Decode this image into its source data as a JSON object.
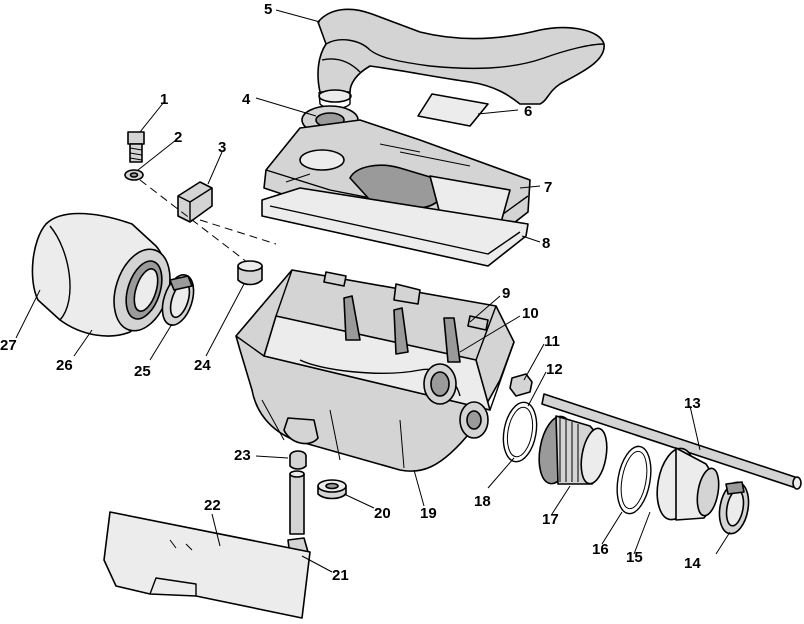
{
  "callouts": [
    {
      "id": "1",
      "label": "1"
    },
    {
      "id": "2",
      "label": "2"
    },
    {
      "id": "3",
      "label": "3"
    },
    {
      "id": "4",
      "label": "4"
    },
    {
      "id": "5",
      "label": "5"
    },
    {
      "id": "6",
      "label": "6"
    },
    {
      "id": "7",
      "label": "7"
    },
    {
      "id": "8",
      "label": "8"
    },
    {
      "id": "9",
      "label": "9"
    },
    {
      "id": "10",
      "label": "10"
    },
    {
      "id": "11",
      "label": "11"
    },
    {
      "id": "12",
      "label": "12"
    },
    {
      "id": "13",
      "label": "13"
    },
    {
      "id": "14",
      "label": "14"
    },
    {
      "id": "15",
      "label": "15"
    },
    {
      "id": "16",
      "label": "16"
    },
    {
      "id": "17",
      "label": "17"
    },
    {
      "id": "18",
      "label": "18"
    },
    {
      "id": "19",
      "label": "19"
    },
    {
      "id": "20",
      "label": "20"
    },
    {
      "id": "21",
      "label": "21"
    },
    {
      "id": "22",
      "label": "22"
    },
    {
      "id": "23",
      "label": "23"
    },
    {
      "id": "24",
      "label": "24"
    },
    {
      "id": "25",
      "label": "25"
    },
    {
      "id": "26",
      "label": "26"
    },
    {
      "id": "27",
      "label": "27"
    }
  ],
  "colors": {
    "line": "#000000",
    "fill": "#d4d4d4",
    "background": "#ffffff"
  }
}
